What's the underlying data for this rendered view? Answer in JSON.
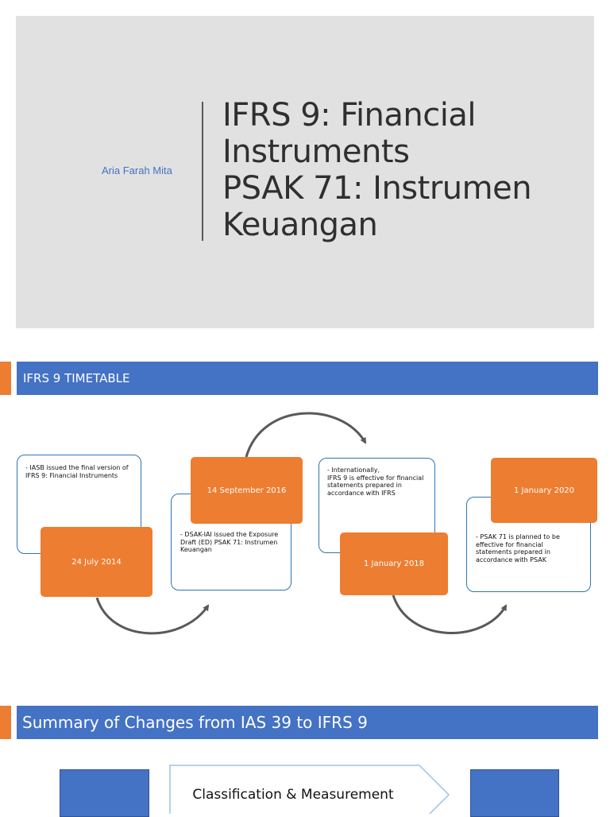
{
  "slide1": {
    "author": "Aria Farah Mita",
    "title_lines": [
      "IFRS 9: Financial",
      "Instruments",
      "PSAK 71: Instrumen",
      "Keuangan"
    ]
  },
  "slide2": {
    "banner_title": "IFRS 9 TIMETABLE",
    "events": [
      {
        "date": "24 July 2014",
        "text": [
          "- IASB issued the final version of",
          "IFRS 9: Financial Instruments"
        ]
      },
      {
        "date": "14 September 2016",
        "text": [
          "- DSAK-IAI issued the Exposure",
          "Draft (ED) PSAK 71: Instrumen",
          "Keuangan"
        ]
      },
      {
        "date": "1 January 2018",
        "text": [
          "- Internationally,",
          "IFRS 9 is effective for financial",
          "statements prepared in",
          "accordance with IFRS"
        ]
      },
      {
        "date": "1 January 2020",
        "text": [
          "- PSAK 71 is planned to be",
          "effective for financial",
          "statements prepared in",
          "accordance with PSAK"
        ]
      }
    ]
  },
  "slide3": {
    "banner_title": "Summary of Changes from IAS 39 to IFRS 9",
    "chevron_label": "Classification & Measurement"
  },
  "colors": {
    "blue": "#4472c4",
    "orange": "#ed7d31",
    "slide_bg": "#e1e1e1",
    "note_border": "#2e75b6",
    "arrow": "#595959"
  }
}
